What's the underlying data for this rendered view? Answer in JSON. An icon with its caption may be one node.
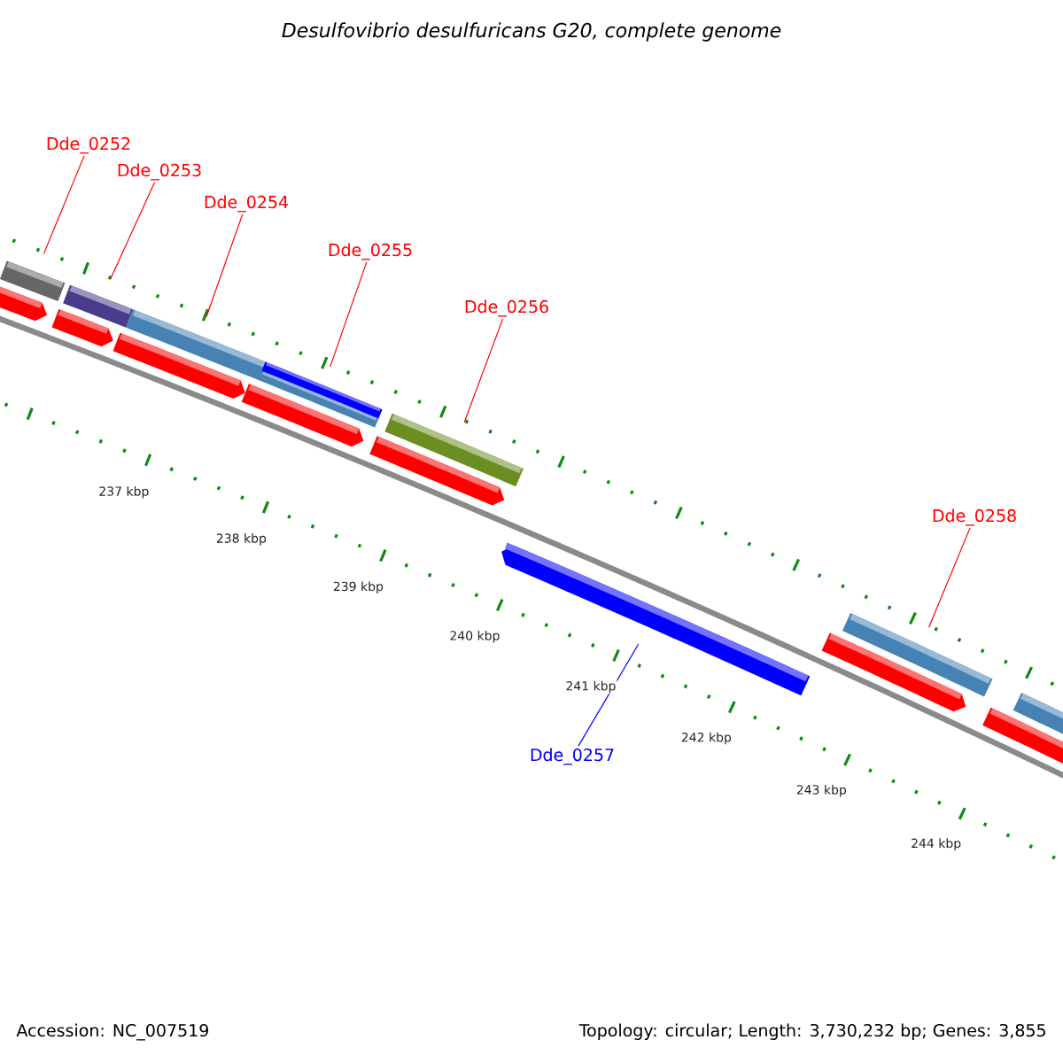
{
  "diagram": {
    "title": "Desulfovibrio desulfuricans G20, complete genome",
    "nodes": [
      {
        "text": [
          "Dde_0252"
        ]
      },
      {
        "text": [],
        "shape": "bar"
      },
      {
        "text": [
          "Dde_0253"
        ]
      },
      {
        "text": [],
        "shape": "bar"
      },
      {
        "text": [
          "Dde_0254"
        ]
      },
      {
        "text": [],
        "shape": "bar"
      },
      {
        "text": [
          "Dde_0255"
        ]
      },
      {
        "text": [],
        "shape": "bar"
      },
      {
        "text": [
          "Dde_0256"
        ]
      },
      {
        "text": [],
        "shape": "bar"
      },
      {
        "text": [
          "Dde_0257"
        ]
      },
      {
        "text": [],
        "shape": "bar"
      },
      {
        "text": [
          "Dde_0258"
        ]
      },
      {
        "text": [],
        "shape": "bar"
      }
    ],
    "edges": [
      {
        "from": 0,
        "to": 1,
        "arrow": "none"
      },
      {
        "from": 2,
        "to": 3,
        "arrow": "none"
      },
      {
        "from": 4,
        "to": 5,
        "arrow": "none"
      },
      {
        "from": 6,
        "to": 7,
        "arrow": "none"
      },
      {
        "from": 8,
        "to": 9,
        "arrow": "none"
      },
      {
        "from": 10,
        "to": 11,
        "arrow": "none",
        "color": "#0000ff"
      },
      {
        "from": 12,
        "to": 13,
        "arrow": "none"
      }
    ],
    "labels": [
      "237 kbp",
      "238 kbp",
      "239 kbp",
      "240 kbp",
      "241 kbp",
      "242 kbp",
      "243 kbp",
      "244 kbp",
      "Accession: NC_007519",
      "Topology: circular; Length: 3,730,232 bp; Genes: 3,855"
    ]
  }
}
